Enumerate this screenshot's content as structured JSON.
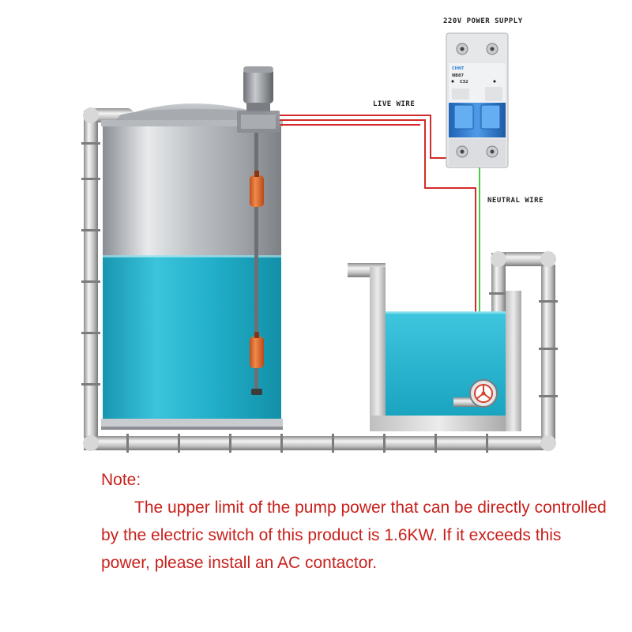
{
  "labels": {
    "power_supply": "220V POWER SUPPLY",
    "live_wire": "LIVE WIRE",
    "neutral_wire": "NEUTRAL WIRE"
  },
  "breaker": {
    "brand": "CHNT",
    "model": "NB87",
    "rating": "C32"
  },
  "note": {
    "heading": "Note:",
    "body": "The upper limit of the pump power that can be directly controlled by the electric switch of this product is 1.6KW. If it exceeds this power, please install an AC contactor."
  },
  "colors": {
    "water": "#1eaec8",
    "live_wire": "#d42a2a",
    "neutral_wire": "#49c84a",
    "note_text": "#c8211c",
    "breaker_blue": "#2c7fd6",
    "float": "#e46a2e"
  }
}
